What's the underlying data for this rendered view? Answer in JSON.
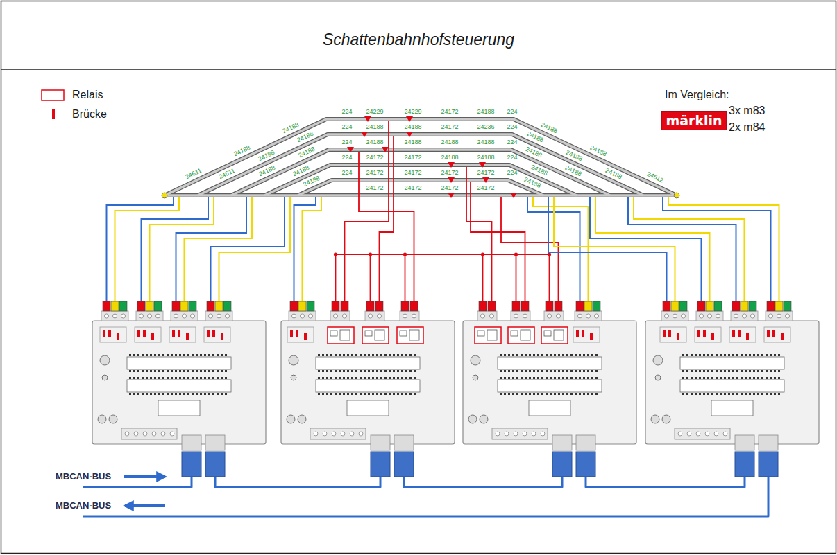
{
  "diagram": {
    "title": "Schattenbahnhofsteuerung",
    "labels": [
      "Im Vergleich:",
      "märklin",
      "3x m83",
      "2x m84",
      "MBCAN-BUS",
      "MBCAN-BUS",
      "224",
      "24229",
      "24229",
      "24172",
      "24188",
      "224",
      "224",
      "24188",
      "24188",
      "24172",
      "24236",
      "224",
      "224",
      "24188",
      "24188",
      "24188",
      "24188",
      "224",
      "224",
      "24172",
      "24172",
      "24188",
      "24188",
      "224",
      "224",
      "24172",
      "24172",
      "24172",
      "24172",
      "224",
      "24172",
      "24172",
      "24172",
      "24172",
      "24611",
      "24188",
      "24188",
      "24611",
      "24188",
      "24188",
      "24188",
      "24188",
      "24188",
      "24188",
      "24188",
      "24188",
      "24612",
      "24188",
      "24188",
      "24188",
      "24188",
      "24188",
      "24188",
      "24188"
    ],
    "legend": [
      {
        "text": "Relais"
      },
      {
        "text": "Brücke",
        "color": "#e30613"
      }
    ]
  }
}
